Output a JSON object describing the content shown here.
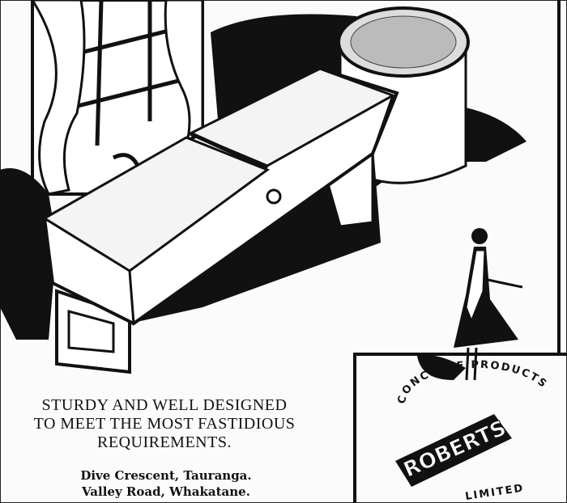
{
  "slogan": {
    "line1": "STURDY AND WELL DESIGNED",
    "line2": "TO MEET THE MOST FASTIDIOUS",
    "line3": "REQUIREMENTS."
  },
  "addresses": {
    "line1": "Dive Crescent, Tauranga.",
    "line2": "Valley Road, Whakatane."
  },
  "logo": {
    "brand": "ROBERTS",
    "arc_top": "CONCRETE PRODUCTS",
    "arc_bottom": "LIMITED"
  }
}
